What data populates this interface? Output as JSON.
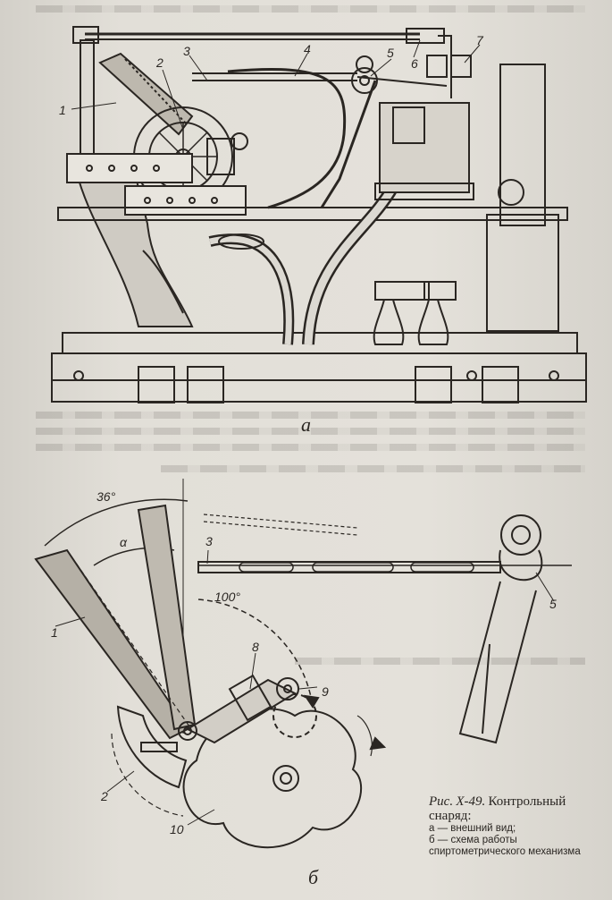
{
  "figure_a": {
    "letter": "а",
    "labels": [
      "1",
      "2",
      "3",
      "4",
      "5",
      "6",
      "7"
    ]
  },
  "figure_b": {
    "letter": "б",
    "labels": [
      "1",
      "2",
      "3",
      "5",
      "8",
      "9",
      "10"
    ],
    "angles": [
      "36°",
      "α",
      "100°"
    ]
  },
  "caption": {
    "prefix": "Рис.",
    "number": "X-49.",
    "title": "Контрольный снаряд:",
    "items": [
      "а — внешний вид;",
      "б — схема работы спиртометрического механизма"
    ]
  }
}
